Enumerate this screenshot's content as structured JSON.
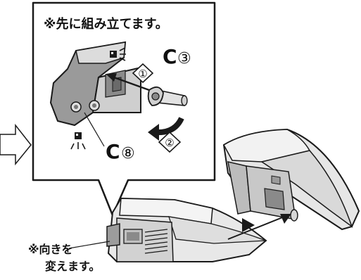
{
  "callout": {
    "note": "※先に組み立てます。",
    "part_top": {
      "letter": "C",
      "number": "③"
    },
    "part_bottom": {
      "letter": "C",
      "number": "⑧"
    },
    "step1": "①",
    "step2": "②"
  },
  "bottom_note": {
    "line1": "※向きを",
    "line2": "変えます。"
  },
  "colors": {
    "part_light": "#e6e6e6",
    "part_mid": "#c9c9c9",
    "part_dark": "#8f8f8f",
    "outline": "#1a1a1a"
  }
}
